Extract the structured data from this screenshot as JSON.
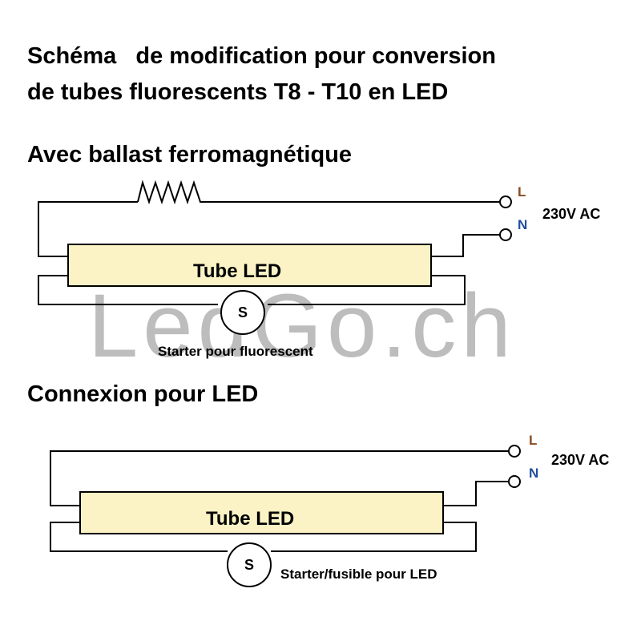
{
  "title": {
    "line1": "Schéma   de modification pour conversion",
    "line2": "de tubes fluorescents T8 - T10 en LED"
  },
  "watermark": "LedGo.ch",
  "diagram1": {
    "heading": "Avec ballast ferromagnétique",
    "tube_label": "Tube LED",
    "starter_symbol": "S",
    "starter_label": "Starter  pour fluorescent",
    "terminal_L": "L",
    "terminal_N": "N",
    "voltage": "230V AC"
  },
  "diagram2": {
    "heading": "Connexion pour LED",
    "tube_label": "Tube LED",
    "starter_symbol": "S",
    "starter_label": "Starter/fusible pour LED",
    "terminal_L": "L",
    "terminal_N": "N",
    "voltage": "230V AC"
  },
  "colors": {
    "tube_fill": "#fbf3c5",
    "terminal_L": "#8a4b1e",
    "terminal_N": "#1f4e9c",
    "watermark": "#bdbdbd"
  }
}
